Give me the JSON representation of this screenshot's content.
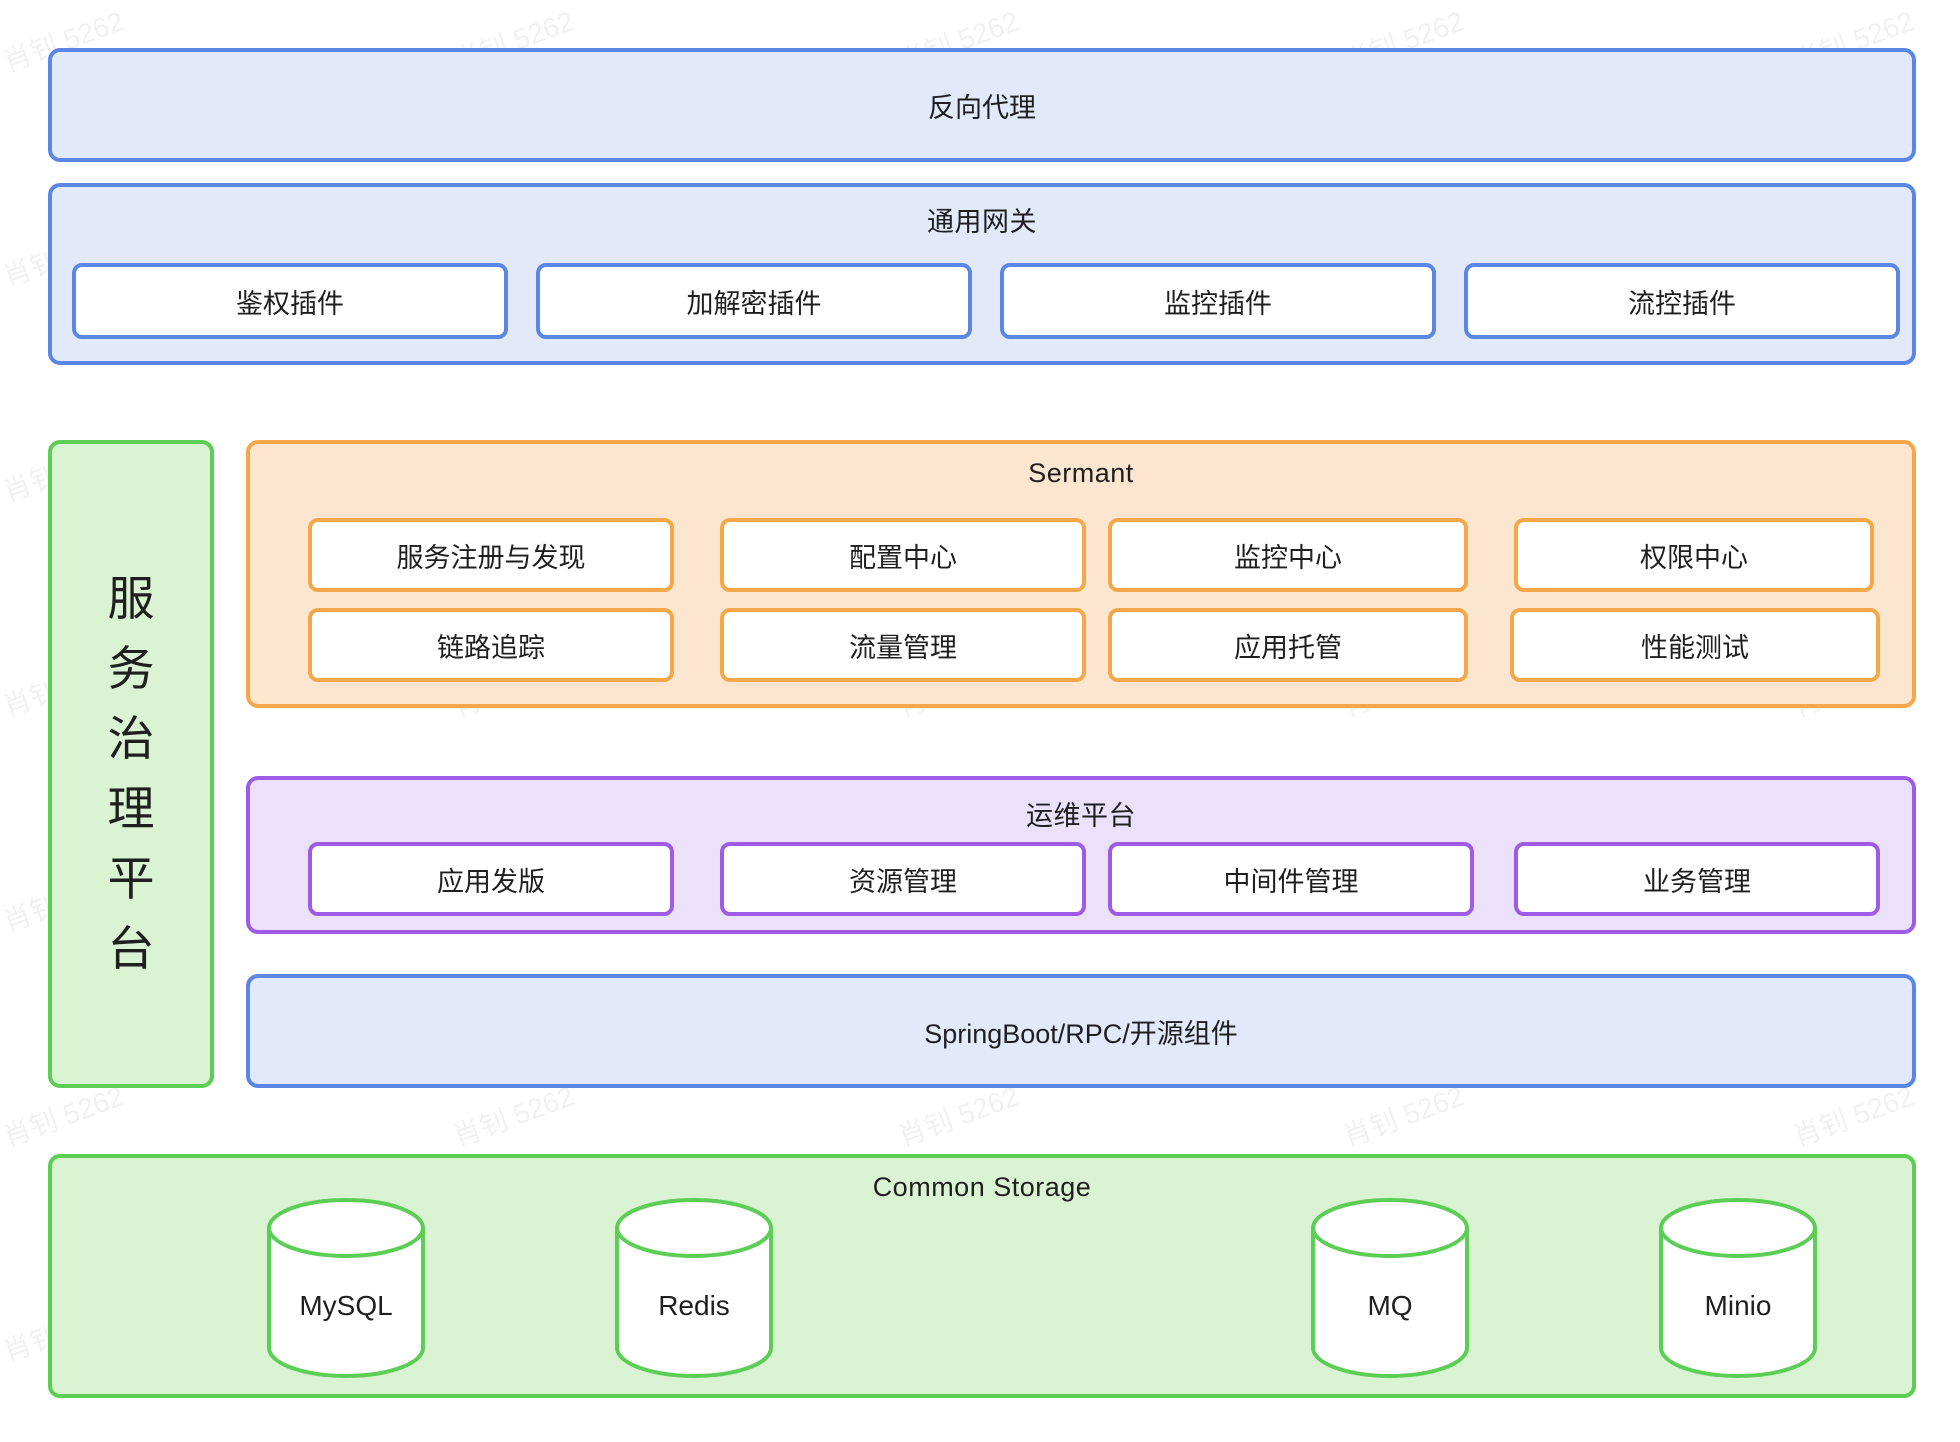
{
  "reverse_proxy": {
    "label": "反向代理"
  },
  "gateway": {
    "title": "通用网关",
    "plugins": [
      "鉴权插件",
      "加解密插件",
      "监控插件",
      "流控插件"
    ]
  },
  "governance": {
    "chars": [
      "服",
      "务",
      "治",
      "理",
      "平",
      "台"
    ]
  },
  "sermant": {
    "title": "Sermant",
    "row1": [
      "服务注册与发现",
      "配置中心",
      "监控中心",
      "权限中心"
    ],
    "row2": [
      "链路追踪",
      "流量管理",
      "应用托管",
      "性能测试"
    ]
  },
  "ops": {
    "title": "运维平台",
    "items": [
      "应用发版",
      "资源管理",
      "中间件管理",
      "业务管理"
    ]
  },
  "framework": {
    "label": "SpringBoot/RPC/开源组件"
  },
  "storage": {
    "title": "Common Storage",
    "items": [
      "MySQL",
      "Redis",
      "MQ",
      "Minio"
    ]
  },
  "watermark": "肖钊 5262"
}
